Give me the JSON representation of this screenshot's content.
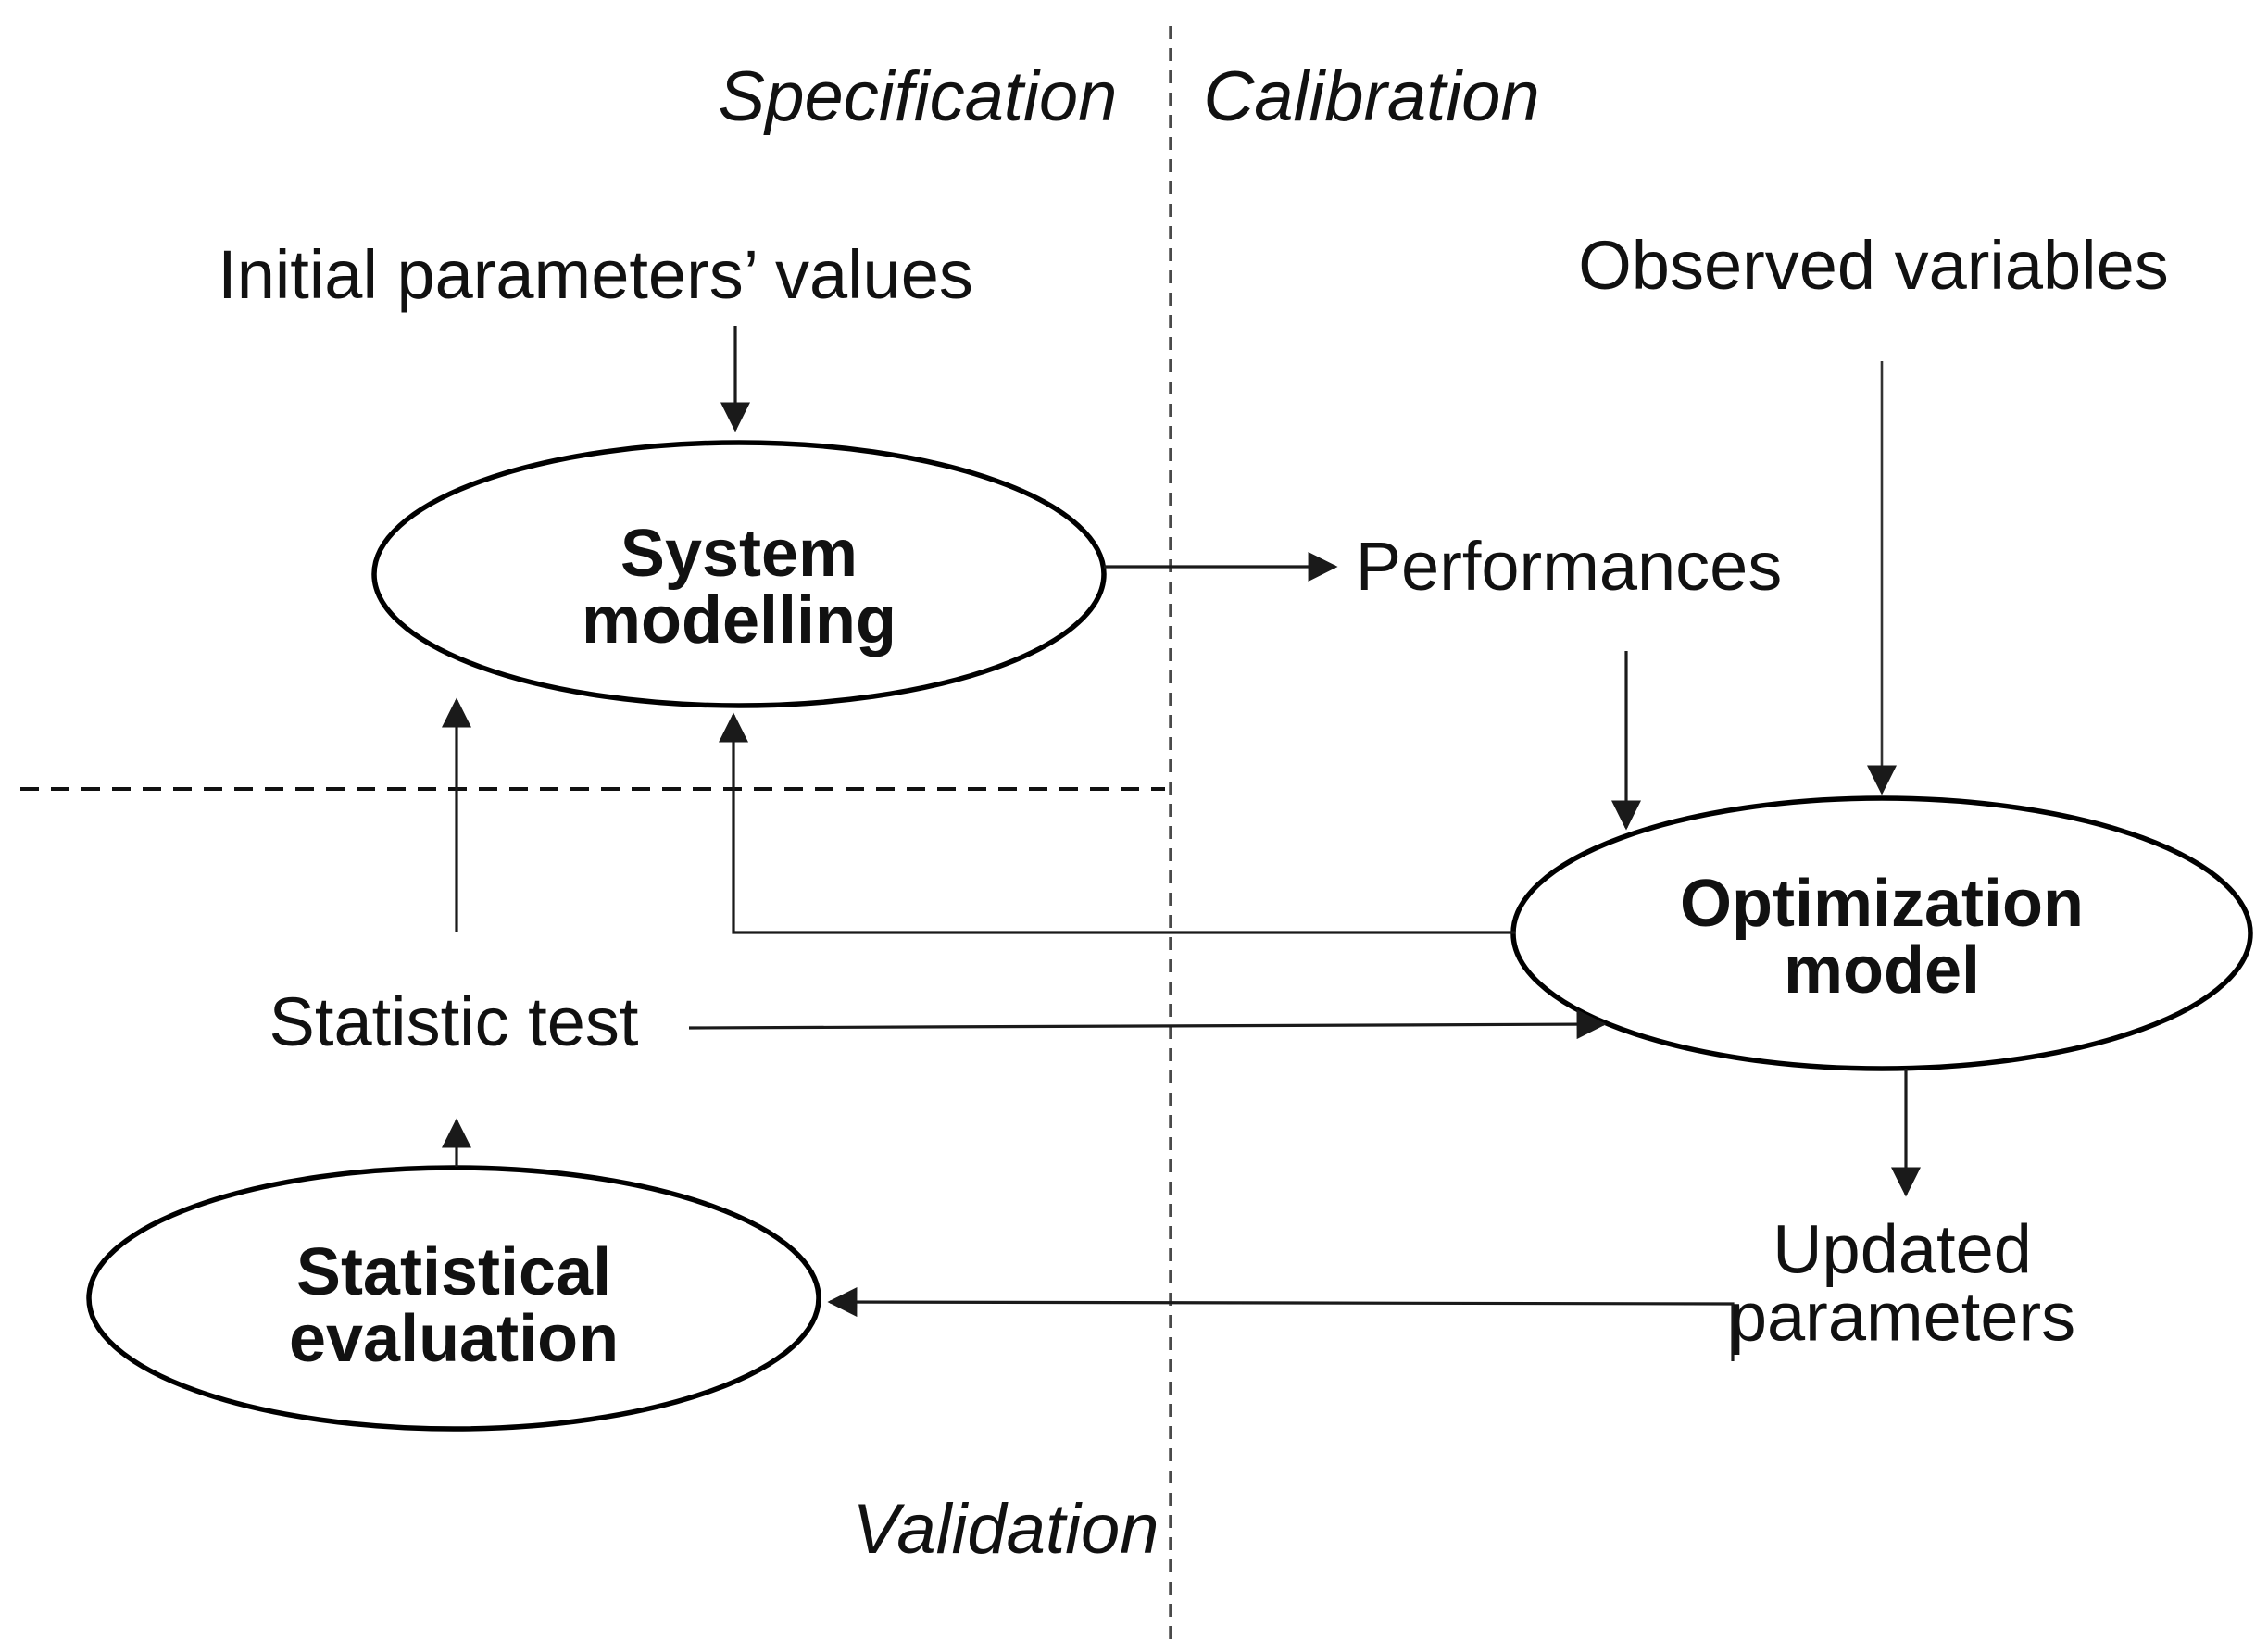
{
  "regions": {
    "specification": "Specification",
    "calibration": "Calibration",
    "validation": "Validation"
  },
  "nodes": {
    "system_modelling": {
      "line1": "System",
      "line2": "modelling"
    },
    "optimization_model": {
      "line1": "Optimization",
      "line2": "model"
    },
    "statistical_evaluation": {
      "line1": "Statistical",
      "line2": "evaluation"
    }
  },
  "annotations": {
    "initial_parameters": "Initial parameters’ values",
    "observed_variables": "Observed variables",
    "performances": "Performances",
    "statistic_test": "Statistic test",
    "updated_parameters_line1": "Updated",
    "updated_parameters_line2": "parameters"
  },
  "edges": [
    {
      "from": "initial_parameters",
      "to": "system_modelling"
    },
    {
      "from": "system_modelling",
      "to": "performances"
    },
    {
      "from": "performances",
      "to": "optimization_model"
    },
    {
      "from": "observed_variables",
      "to": "optimization_model"
    },
    {
      "from": "optimization_model",
      "to": "system_modelling"
    },
    {
      "from": "statistic_test",
      "to": "system_modelling"
    },
    {
      "from": "statistic_test",
      "to": "optimization_model"
    },
    {
      "from": "statistical_evaluation",
      "to": "statistic_test"
    },
    {
      "from": "optimization_model",
      "to": "updated_parameters"
    },
    {
      "from": "updated_parameters",
      "to": "statistical_evaluation"
    }
  ],
  "colors": {
    "background": "#ffffff",
    "text": "#111111",
    "line": "#1a1a1a",
    "ellipse_stroke": "#000000",
    "divider_vertical": "#4a4a4a",
    "divider_horizontal": "#111111"
  }
}
